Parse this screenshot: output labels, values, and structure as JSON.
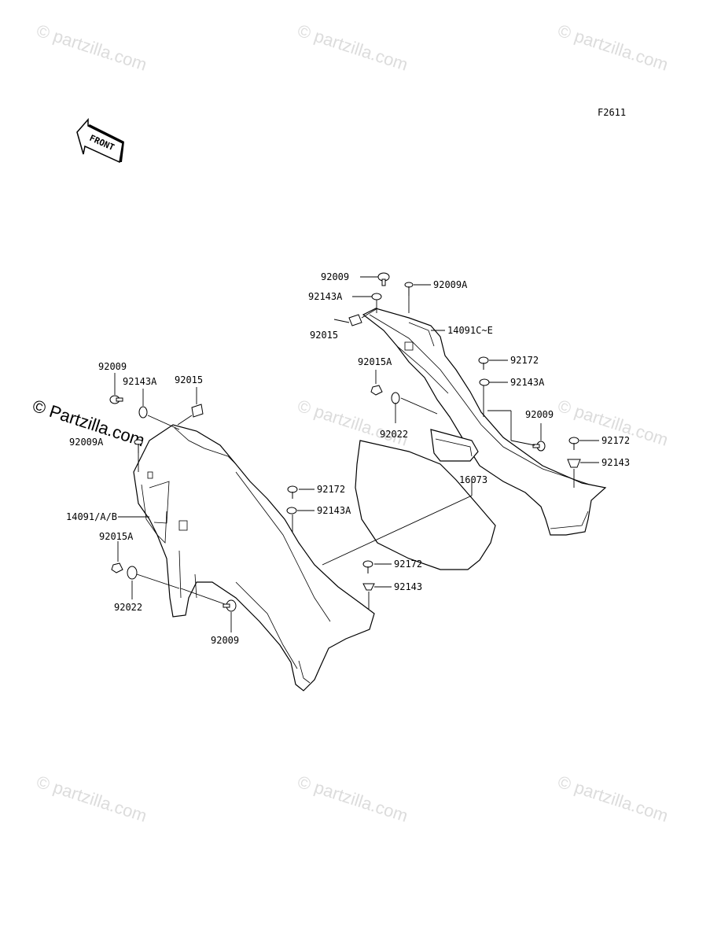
{
  "figure_code": "F2611",
  "front_arrow_text": "FRONT",
  "watermark_text": "© Partzilla.com",
  "watermark_small": "© partzilla.com",
  "labels": {
    "l_92009_top": "92009",
    "l_92009A_top": "92009A",
    "l_92143A_top": "92143A",
    "l_14091CE": "14091C~E",
    "l_92015_top": "92015",
    "l_92015A_mid": "92015A",
    "l_92172_r1": "92172",
    "l_92143A_r1": "92143A",
    "l_92009_r": "92009",
    "l_92022_mid": "92022",
    "l_92172_r2": "92172",
    "l_92143_r": "92143",
    "l_16073": "16073",
    "l_92009_left": "92009",
    "l_92143A_left": "92143A",
    "l_92015_left": "92015",
    "l_92009A_left": "92009A",
    "l_92172_c1": "92172",
    "l_92143A_c1": "92143A",
    "l_14091AB": "14091/A/B",
    "l_92015A_left": "92015A",
    "l_92022_left": "92022",
    "l_92172_c2": "92172",
    "l_92143_c": "92143",
    "l_92009_bottom": "92009"
  }
}
